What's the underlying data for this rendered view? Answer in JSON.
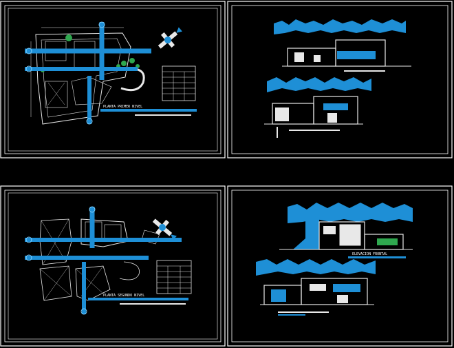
{
  "colors": {
    "background": "#000000",
    "frame": "#ffffff",
    "axis_blue": "#1e8fd6",
    "axis_light": "#7fd0ff",
    "tree_green": "#2fa84f",
    "plan_white": "#e8e8e8"
  },
  "sheets": [
    {
      "id": "sheet-1",
      "type": "floor-plan",
      "title": "PLANTA PRIMER NIVEL"
    },
    {
      "id": "sheet-2",
      "type": "elevations",
      "title": ""
    },
    {
      "id": "sheet-3",
      "type": "floor-plan",
      "title": "PLANTA SEGUNDO NIVEL"
    },
    {
      "id": "sheet-4",
      "type": "elevations",
      "title": "ELEVACION FRONTAL"
    }
  ]
}
